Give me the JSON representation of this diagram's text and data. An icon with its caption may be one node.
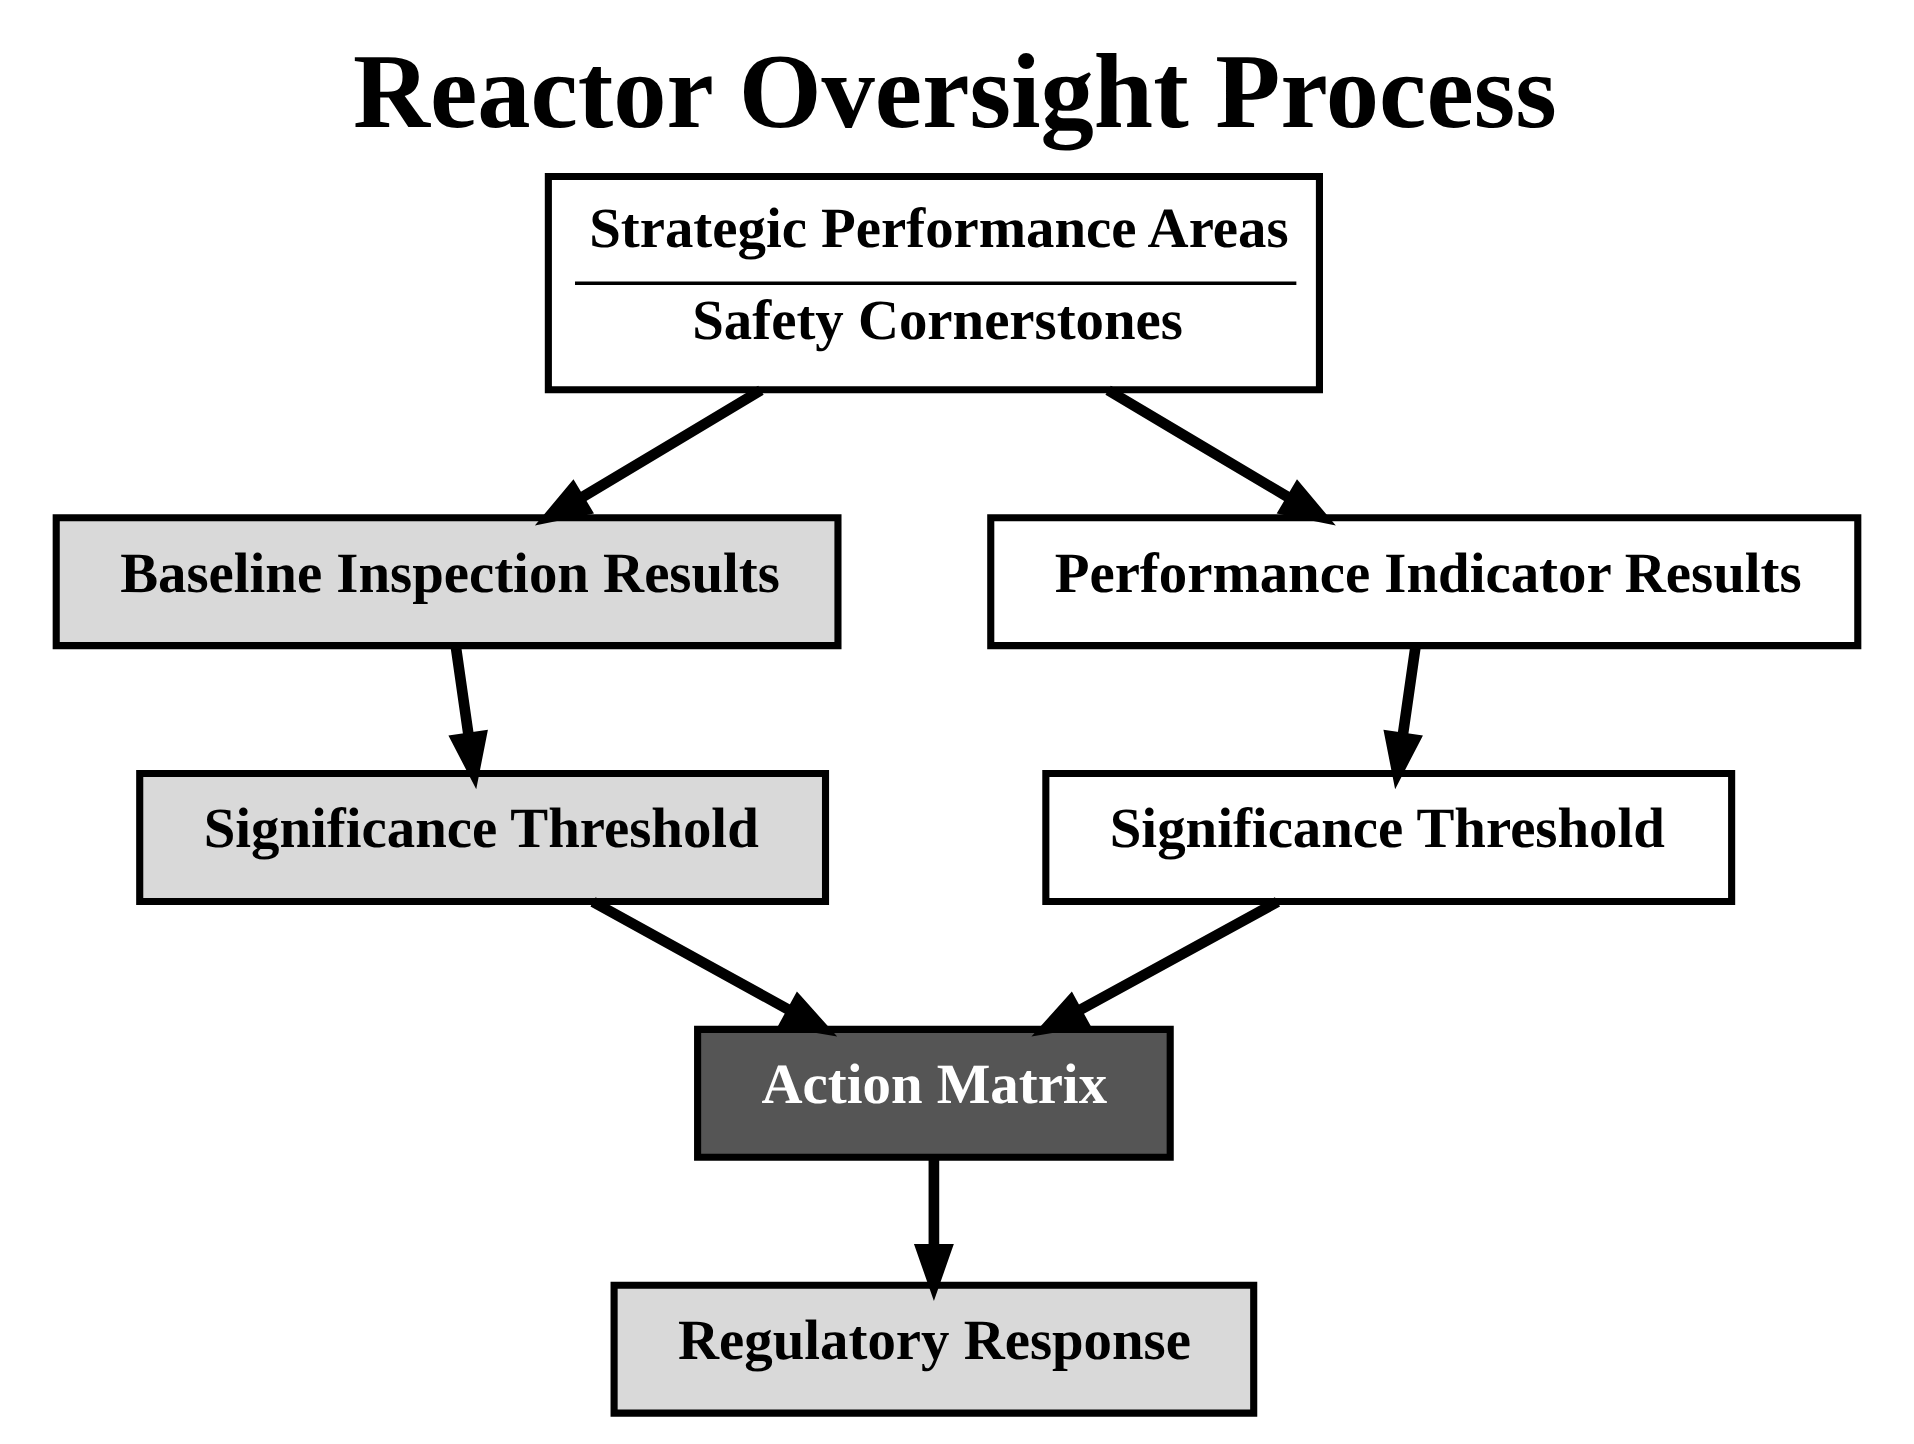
{
  "diagram": {
    "title": "Reactor Oversight Process",
    "nodes": [
      {
        "text": [
          "Strategic Performance Areas",
          "Safety Cornerstones"
        ]
      },
      {
        "text": [
          "Baseline Inspection Results"
        ]
      },
      {
        "text": [
          "Performance Indicator Results"
        ]
      },
      {
        "text": [
          "Significance Threshold"
        ]
      },
      {
        "text": [
          "Significance Threshold"
        ]
      },
      {
        "text": [
          "Action Matrix"
        ]
      },
      {
        "text": [
          "Regulatory Response"
        ]
      }
    ],
    "edges": [
      {
        "from": 0,
        "to": 1,
        "arrow": "to"
      },
      {
        "from": 0,
        "to": 2,
        "arrow": "to"
      },
      {
        "from": 1,
        "to": 3,
        "arrow": "to"
      },
      {
        "from": 2,
        "to": 4,
        "arrow": "to"
      },
      {
        "from": 3,
        "to": 5,
        "arrow": "to"
      },
      {
        "from": 4,
        "to": 5,
        "arrow": "to"
      },
      {
        "from": 5,
        "to": 6,
        "arrow": "to"
      }
    ]
  }
}
